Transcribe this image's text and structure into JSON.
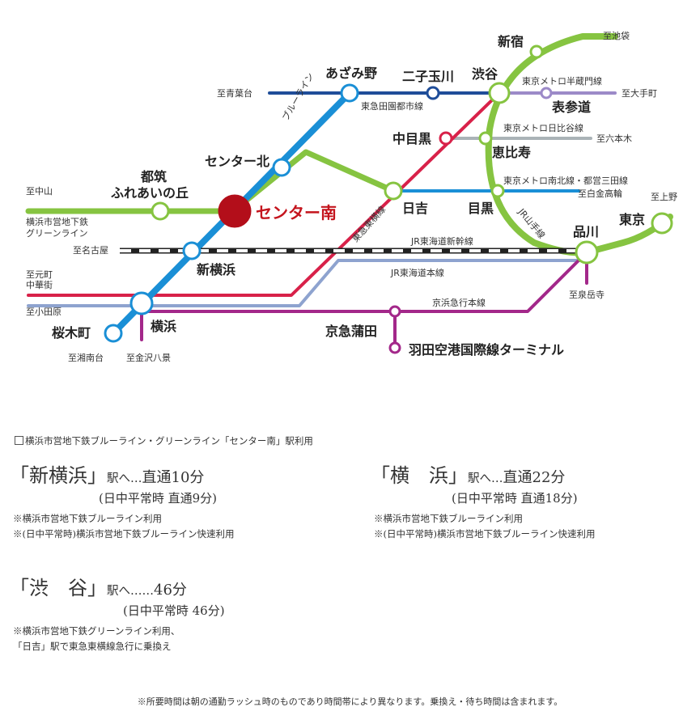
{
  "colors": {
    "blue_line": "#1a8fd6",
    "green_line": "#86c441",
    "jr_line": "#8ea3cf",
    "red_line": "#d82149",
    "purple_line": "#a3288a",
    "navy_line": "#1f4d99",
    "cyan_line": "#1a8fd6",
    "hanzomon_line": "#9c8ac8",
    "gray_line": "#aab3b7",
    "center_station": "#b30e1a",
    "center_text": "#c4141d"
  },
  "stations": {
    "shinjuku": "新宿",
    "azamino": "あざみ野",
    "futako_tamagawa": "二子玉川",
    "shibuya": "渋谷",
    "omotesando": "表参道",
    "nakameguro": "中目黒",
    "ebisu": "恵比寿",
    "center_kita": "センター北",
    "tsuzuki": "都筑\nふれあいの丘",
    "center_minami": "センター南",
    "hiyoshi": "日吉",
    "meguro": "目黒",
    "shinagawa": "品川",
    "tokyo": "東京",
    "shin_yokohama": "新横浜",
    "yokohama": "横浜",
    "sakuragicho": "桜木町",
    "keikyu_kamata": "京急蒲田",
    "haneda": "羽田空港国際線ターミナル"
  },
  "line_labels": {
    "denentoshi": "東急田園都市線",
    "hanzomon": "東京メトロ半蔵門線",
    "hibiya": "東京メトロ日比谷線",
    "namboku_mita": "東京メトロ南北線・都営三田線",
    "yamanote": "JR山手線",
    "toyoko": "東急東横線",
    "green_line": "横浜市営地下鉄\nグリーンライン",
    "tokaido_shinkansen": "JR東海道新幹線",
    "tokaido": "JR東海道本線",
    "keikyu": "京浜急行本線",
    "blue_line": "ブルーライン"
  },
  "directions": {
    "ikebukuro": "至池袋",
    "aobadai": "至青葉台",
    "otemachi": "至大手町",
    "roppongi": "至六本木",
    "shirokanetakanawa": "至白金高輪",
    "ueno": "至上野",
    "nakayama": "至中山",
    "nagoya": "至名古屋",
    "motomachi": "至元町\n中華街",
    "odawara": "至小田原",
    "sengakuji": "至泉岳寺",
    "shonandai": "至湘南台",
    "kanazawa_hakkei": "至金沢八景"
  },
  "legend": "横浜市営地下鉄ブルーライン・グリーンライン「センター南」駅利用",
  "routes": [
    {
      "dest": "「新横浜」",
      "to": "駅へ…",
      "time": "直通10分",
      "sub": "(日中平常時 直通9分)",
      "notes": [
        "※横浜市営地下鉄ブルーライン利用",
        "※(日中平常時)横浜市営地下鉄ブルーライン快速利用"
      ]
    },
    {
      "dest": "「横　浜」",
      "to": "駅へ…",
      "time": "直通22分",
      "sub": "(日中平常時 直通18分)",
      "notes": [
        "※横浜市営地下鉄ブルーライン利用",
        "※(日中平常時)横浜市営地下鉄ブルーライン快速利用"
      ]
    },
    {
      "dest": "「渋　谷」",
      "to": "駅へ……",
      "time": "46分",
      "sub": "(日中平常時 46分)",
      "notes": [
        "※横浜市営地下鉄グリーンライン利用、",
        "「日吉」駅で東急東横線急行に乗換え"
      ]
    }
  ],
  "footnote": "※所要時間は朝の通勤ラッシュ時のものであり時間帯により異なります。乗換え・待ち時間は含まれます。"
}
